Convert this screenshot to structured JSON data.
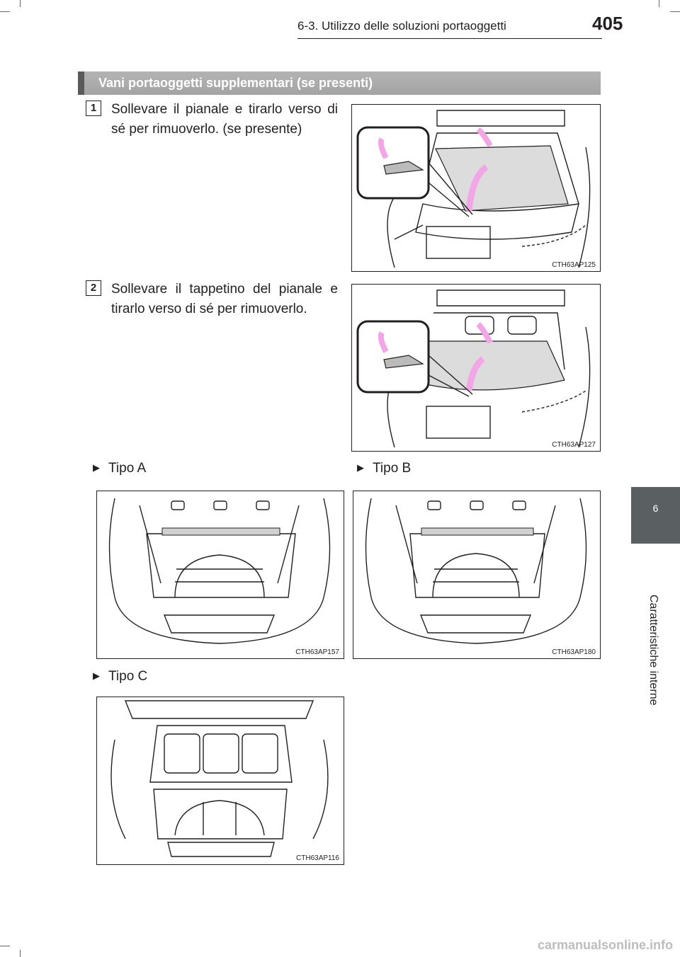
{
  "header": {
    "title": "6-3. Utilizzo delle soluzioni portaoggetti",
    "page_number": "405"
  },
  "section": {
    "title": "Vani portaoggetti supplementari (se presenti)"
  },
  "steps": [
    {
      "number": "1",
      "text": "Sollevare il pianale e tirarlo verso di sé per rimuoverlo. (se presente)",
      "figure_code": "CTH63AP125"
    },
    {
      "number": "2",
      "text": "Sollevare il tappetino del pianale e tirarlo verso di sé per rimuoverlo.",
      "figure_code": "CTH63AP127"
    }
  ],
  "variants": [
    {
      "label": "Tipo A",
      "figure_code": "CTH63AP157"
    },
    {
      "label": "Tipo B",
      "figure_code": "CTH63AP180"
    },
    {
      "label": "Tipo C",
      "figure_code": "CTH63AP116"
    }
  ],
  "side_tab": {
    "chapter_number": "6",
    "chapter_title": "Caratteristiche interne"
  },
  "watermark": "carmanualsonline.info",
  "colors": {
    "section_bar": "#a8a8a8",
    "side_tab": "#5a5f61",
    "arrow_pink": "#f3a6e6"
  }
}
